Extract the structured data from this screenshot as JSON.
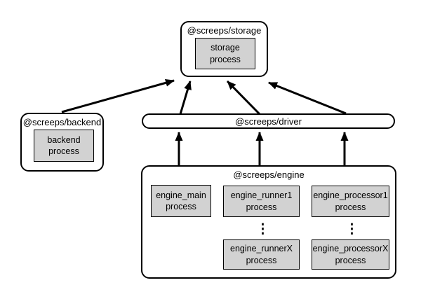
{
  "colors": {
    "background": "#ffffff",
    "box_fill": "#ffffff",
    "process_fill": "#d2d2d2",
    "border": "#000000"
  },
  "storage": {
    "title": "@screeps/storage",
    "process": {
      "line1": "storage",
      "line2": "process"
    }
  },
  "backend": {
    "title": "@screeps/backend",
    "process": {
      "line1": "backend",
      "line2": "process"
    }
  },
  "driver": {
    "title": "@screeps/driver"
  },
  "engine": {
    "title": "@screeps/engine",
    "main": {
      "line1": "engine_main",
      "line2": "process"
    },
    "runner1": {
      "line1": "engine_runner1",
      "line2": "process"
    },
    "runnerX": {
      "line1": "engine_runnerX",
      "line2": "process"
    },
    "processor1": {
      "line1": "engine_processor1",
      "line2": "process"
    },
    "processorX": {
      "line1": "engine_processorX",
      "line2": "process"
    },
    "runner_ellipsis": "⋮",
    "processor_ellipsis": "⋮"
  }
}
